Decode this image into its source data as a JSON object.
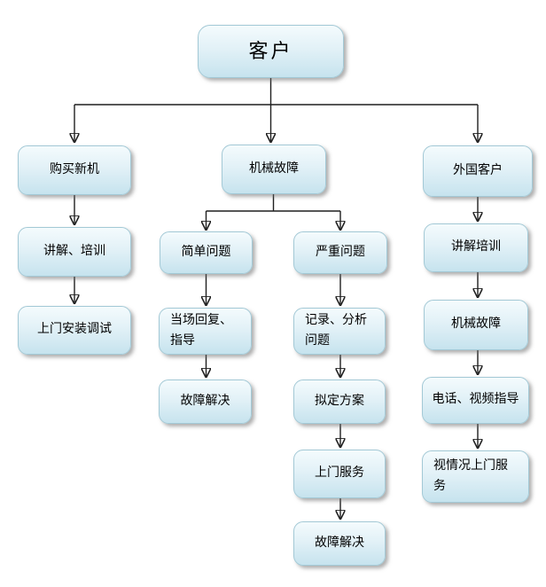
{
  "diagram": {
    "nodes": {
      "customer": {
        "label": "客户"
      },
      "buy_new": {
        "label": "购买新机"
      },
      "explain_train1": {
        "label": "讲解、培训"
      },
      "onsite_install": {
        "label": "上门安装调试"
      },
      "mech_fault": {
        "label": "机械故障"
      },
      "simple_issue": {
        "label": "简单问题"
      },
      "reply_guide": {
        "label": "当场回复、指导"
      },
      "fault_solved_simple": {
        "label": "故障解决"
      },
      "severe_issue": {
        "label": "严重问题"
      },
      "record_analyze": {
        "label": "记录、分析问题"
      },
      "plan": {
        "label": "拟定方案"
      },
      "onsite_service": {
        "label": "上门服务"
      },
      "fault_solved_severe": {
        "label": "故障解决"
      },
      "foreign": {
        "label": "外国客户"
      },
      "explain_train2": {
        "label": "讲解培训"
      },
      "mech_fault2": {
        "label": "机械故障"
      },
      "phone_video": {
        "label": "电话、视频指导"
      },
      "onsite_depends": {
        "label": "视情况上门服务"
      }
    },
    "edges": [
      [
        "customer",
        "buy_new"
      ],
      [
        "customer",
        "mech_fault"
      ],
      [
        "customer",
        "foreign"
      ],
      [
        "buy_new",
        "explain_train1"
      ],
      [
        "explain_train1",
        "onsite_install"
      ],
      [
        "mech_fault",
        "simple_issue"
      ],
      [
        "mech_fault",
        "severe_issue"
      ],
      [
        "simple_issue",
        "reply_guide"
      ],
      [
        "reply_guide",
        "fault_solved_simple"
      ],
      [
        "severe_issue",
        "record_analyze"
      ],
      [
        "record_analyze",
        "plan"
      ],
      [
        "plan",
        "onsite_service"
      ],
      [
        "onsite_service",
        "fault_solved_severe"
      ],
      [
        "foreign",
        "explain_train2"
      ],
      [
        "explain_train2",
        "mech_fault2"
      ],
      [
        "mech_fault2",
        "phone_video"
      ],
      [
        "phone_video",
        "onsite_depends"
      ]
    ],
    "colors": {
      "box_fill_top": "#f4fbfd",
      "box_fill_bottom": "#c6e3ee",
      "box_border": "#a3c9d6",
      "connector": "#1f1f1f",
      "text": "#000000",
      "background": "#ffffff"
    }
  }
}
